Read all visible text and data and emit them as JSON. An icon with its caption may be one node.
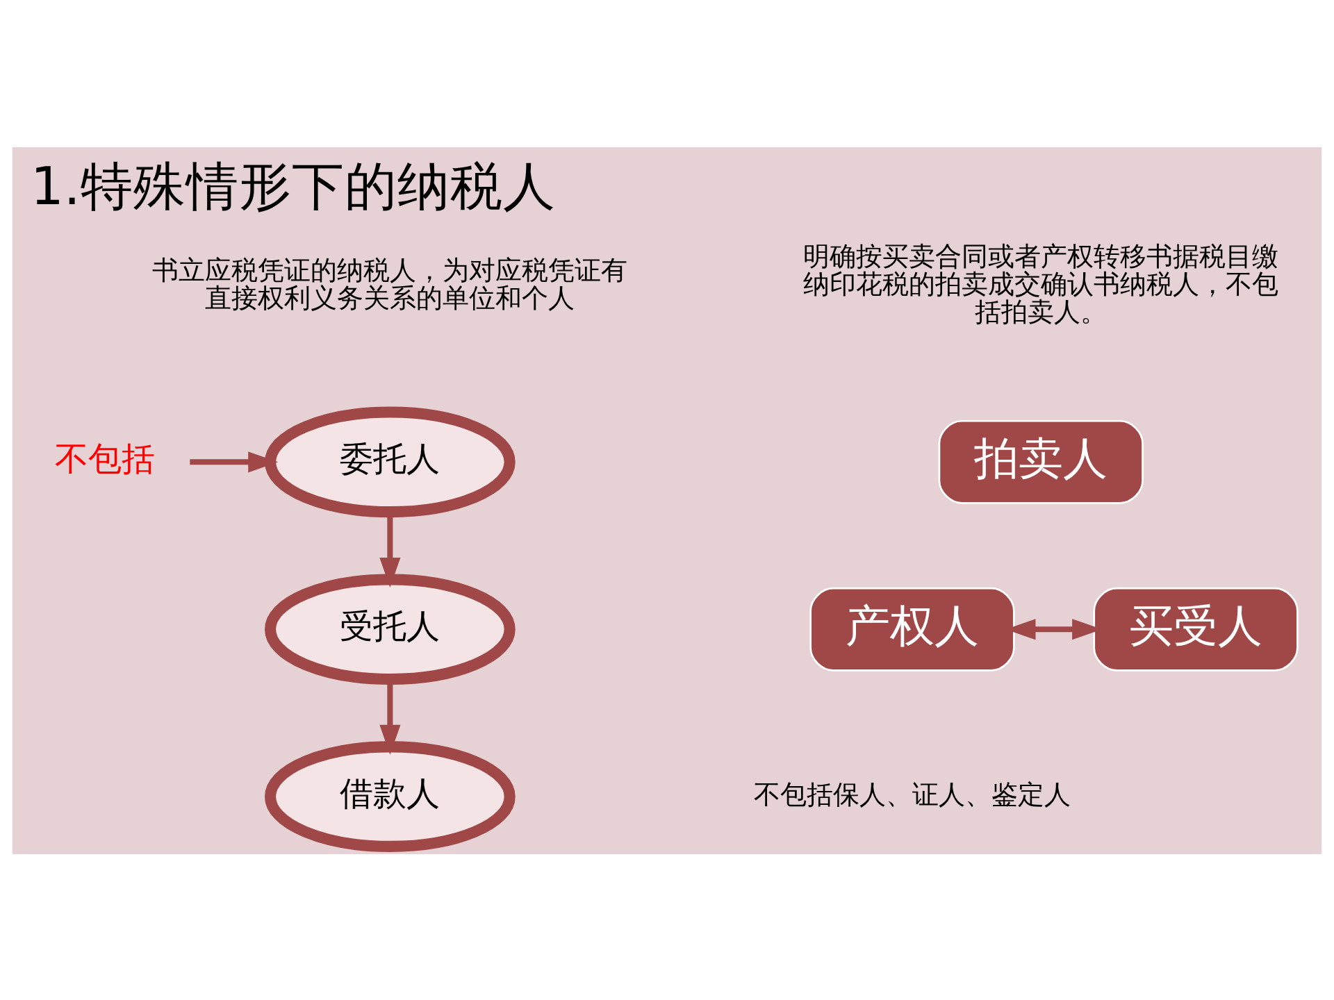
{
  "diagram": {
    "title": "1.特殊情形下的纳税人",
    "nodes": [
      {
        "text": [
          "委托人"
        ]
      },
      {
        "text": [
          "受托人"
        ]
      },
      {
        "text": [
          "借款人"
        ]
      },
      {
        "text": [
          "不包括"
        ]
      },
      {
        "text": [
          "拍卖人"
        ]
      },
      {
        "text": [
          "产权人"
        ]
      },
      {
        "text": [
          "买受人"
        ]
      }
    ],
    "edges": [
      {
        "from": 0,
        "to": 1,
        "arrow": "to"
      },
      {
        "from": 1,
        "to": 2,
        "arrow": "to"
      },
      {
        "from": 3,
        "to": 0,
        "arrow": "to"
      },
      {
        "from": 5,
        "to": 6,
        "arrow": "both"
      }
    ],
    "labels": [
      "书立应税凭证的纳税人，为对应税凭证有直接权利义务关系的单位和个人",
      "明确按买卖合同或者产权转移书据税目缴纳印花税的拍卖成交确认书纳税人，不包括拍卖人。",
      "不包括保人、证人、鉴定人"
    ]
  }
}
